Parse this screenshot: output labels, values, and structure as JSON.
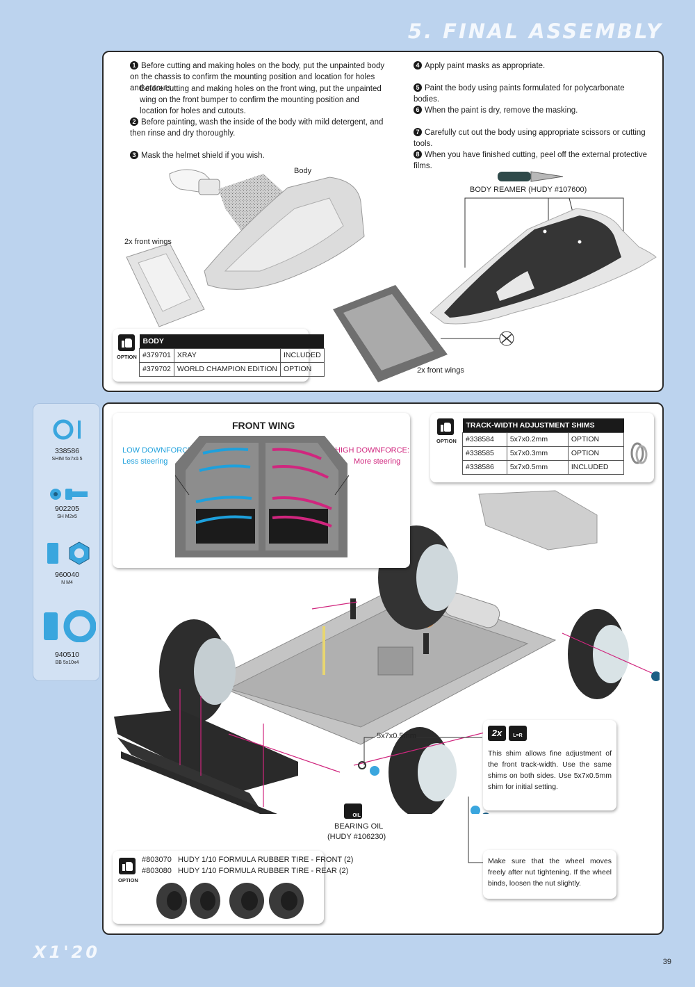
{
  "header": {
    "title": "5. FINAL ASSEMBLY"
  },
  "steps": [
    {
      "n": "1",
      "text": "Before cutting and making holes on the body, put the unpainted body on the chassis to confirm the mounting position and location for holes and cutouts."
    },
    {
      "n": "",
      "text": "Before cutting and making holes on the  front wing, put the unpainted wing on the front bumper to confirm the mounting position and location for holes and cutouts."
    },
    {
      "n": "2",
      "text": "Before painting, wash the inside of the body with mild detergent, and then rinse and dry thoroughly."
    },
    {
      "n": "3",
      "text": "Mask the helmet shield if you wish."
    },
    {
      "n": "4",
      "text": "Apply paint masks as appropriate."
    },
    {
      "n": "5",
      "text": "Paint the body using paints formulated for polycarbonate bodies."
    },
    {
      "n": "6",
      "text": "When the paint is dry, remove the masking."
    },
    {
      "n": "7",
      "text": "Carefully cut out the body using appropriate scissors or cutting tools."
    },
    {
      "n": "8",
      "text": "When you have finished cutting, peel off the external protective films."
    }
  ],
  "labels": {
    "body": "Body",
    "front_wings_a": "2x front wings",
    "front_wings_b": "2x front wings",
    "reamer": "BODY REAMER (HUDY #107600)",
    "shim_callout": "5x7x0.5mm",
    "bearing_oil_1": "BEARING OIL",
    "bearing_oil_2": "(HUDY #106230)",
    "oil_icon": "OIL",
    "twox": "2x",
    "lr_icon": "L=R"
  },
  "option_label": "OPTION",
  "body_table": {
    "header": "BODY",
    "rows": [
      {
        "code": "#379701",
        "name": "XRAY",
        "status": "INCLUDED"
      },
      {
        "code": "#379702",
        "name": "WORLD CHAMPION EDITION",
        "status": "OPTION"
      }
    ]
  },
  "shims_table": {
    "header": "TRACK-WIDTH ADJUSTMENT SHIMS",
    "rows": [
      {
        "code": "#338584",
        "size": "5x7x0.2mm",
        "status": "OPTION"
      },
      {
        "code": "#338585",
        "size": "5x7x0.3mm",
        "status": "OPTION"
      },
      {
        "code": "#338586",
        "size": "5x7x0.5mm",
        "status": "INCLUDED"
      }
    ]
  },
  "front_wing": {
    "title": "FRONT WING",
    "low": "LOW DOWNFORCE:",
    "low_sub": "Less steering",
    "high": "HIGH DOWNFORCE:",
    "high_sub": "More steering"
  },
  "notes": {
    "shim": "This shim allows fine adjustment of the front track-width. Use the same shims on both sides. Use 5x7x0.5mm shim for initial setting.",
    "wheel": "Make sure that the wheel moves freely after nut tightening. If the wheel binds, loosen the nut slightly."
  },
  "tires": {
    "line1": "#803070   HUDY 1/10 FORMULA RUBBER TIRE - FRONT (2)",
    "line2": "#803080   HUDY 1/10 FORMULA RUBBER TIRE - REAR (2)"
  },
  "parts": [
    {
      "num": "338586",
      "desc": "SHIM 5x7x0.5"
    },
    {
      "num": "902205",
      "desc": "SH M2x5"
    },
    {
      "num": "960040",
      "desc": "N M4"
    },
    {
      "num": "940510",
      "desc": "BB 5x10x4"
    }
  ],
  "footer": {
    "logo": "X1'20",
    "page": "39"
  },
  "colors": {
    "accent_blue": "#1ea0dc",
    "accent_pink": "#d0267e",
    "part_blue": "#3aa6de",
    "background": "#bcd3ee"
  }
}
